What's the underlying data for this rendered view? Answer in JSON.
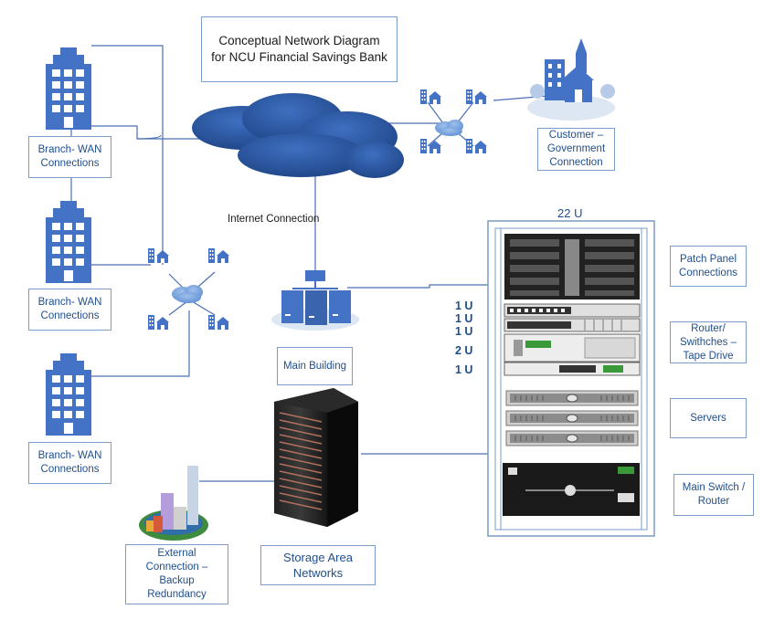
{
  "title": "Conceptual Network Diagram\nfor NCU Financial Savings Bank",
  "internet_label": "Internet Connection",
  "labels": {
    "branch1": "Branch- WAN\nConnections",
    "branch2": "Branch- WAN\nConnections",
    "branch3": "Branch- WAN\nConnections",
    "customer": "Customer –\nGovernment\nConnection",
    "main_building": "Main Building",
    "storage": "Storage Area\nNetworks",
    "external": "External\nConnection –\nBackup\nRedundancy",
    "patch_panel": "Patch Panel\nConnections",
    "router_switches": "Router/\nSwithches –\nTape Drive",
    "servers": "Servers",
    "main_switch": "Main Switch /\nRouter"
  },
  "rack": {
    "height_label": "22 U",
    "units": [
      "1 U",
      "1 U",
      "1 U",
      "2 U",
      "1 U"
    ]
  },
  "colors": {
    "icon_blue": "#4472c4",
    "line_blue": "#4a6fb5",
    "cloud_blue": "#2f5597",
    "label_text": "#1f4e8c"
  }
}
